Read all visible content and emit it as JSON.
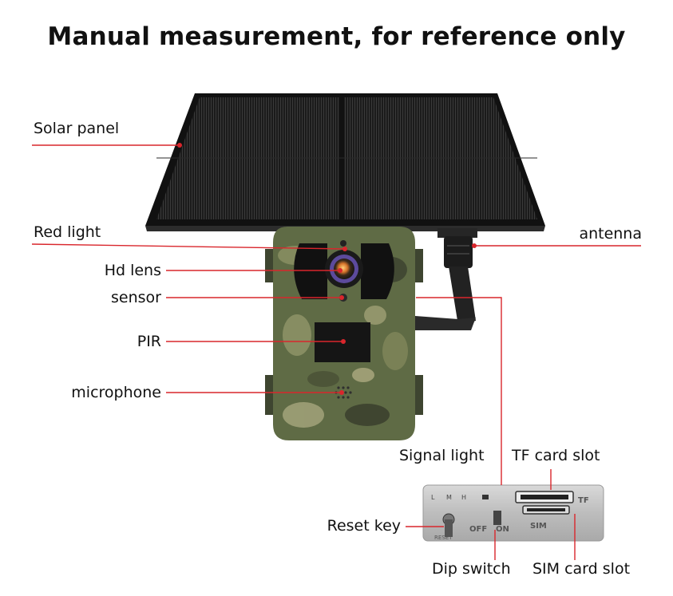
{
  "title": "Manual measurement, for reference only",
  "colors": {
    "leader_line": "#d9262c",
    "camo_base": "#5f6b45",
    "panel": "#1a1a1a"
  },
  "labels": {
    "solar_panel": "Solar panel",
    "red_light": "Red light",
    "hd_lens": "Hd lens",
    "sensor": "sensor",
    "pir": "PIR",
    "microphone": "microphone",
    "antenna": "antenna",
    "signal_light": "Signal light",
    "tf_card_slot": "TF card slot",
    "reset_key": "Reset key",
    "dip_switch": "Dip switch",
    "sim_card_slot": "SIM card slot"
  },
  "port_panel": {
    "led_labels": [
      "L",
      "M",
      "H"
    ],
    "tf_marking": "TF",
    "sim_marking": "SIM",
    "switch_off": "OFF",
    "switch_on": "ON",
    "reset_marking": "RESET"
  }
}
